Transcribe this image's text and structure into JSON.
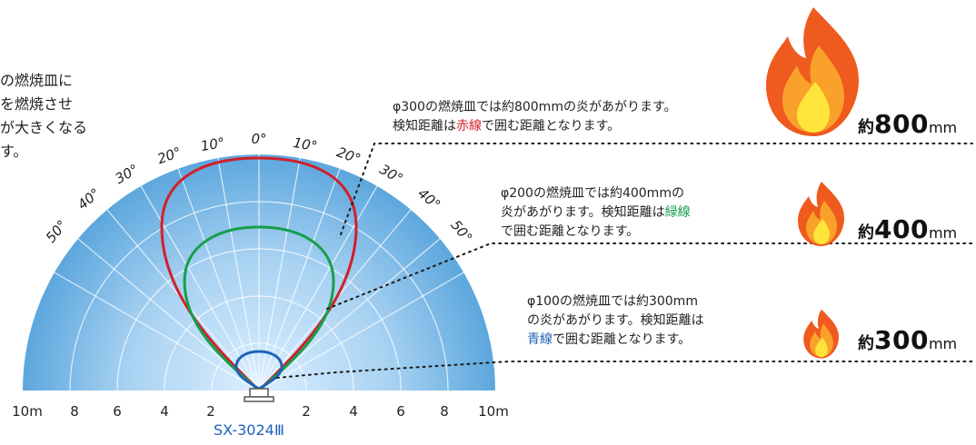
{
  "intro_text": "の燃焼皿に\nを燃焼させ\nが大きくなる\nす。",
  "device_label": "SX-3024Ⅲ",
  "angle_labels": [
    "0°",
    "10°",
    "20°",
    "30°",
    "40°",
    "50°",
    "10°",
    "20°",
    "30°",
    "40°",
    "50°"
  ],
  "distance_labels": [
    "10m",
    "8",
    "6",
    "4",
    "2",
    "2",
    "4",
    "6",
    "8",
    "10m"
  ],
  "notes": [
    {
      "p1": "φ300の燃焼皿では約800mmの炎があがります。",
      "p2a": "検知距離は",
      "hl": "赤線",
      "p2b": "で囲む距離となります。"
    },
    {
      "p1": "φ200の燃焼皿では約400mmの",
      "p2a": "炎があがります。検知距離は",
      "hl": "緑線",
      "p3": "で囲む距離となります。"
    },
    {
      "p1": "φ100の燃焼皿では約300mm",
      "p2a": "の炎があがります。検知距離は",
      "hl": "青線",
      "p3": "で囲む距離となります。"
    }
  ],
  "results": [
    {
      "prefix": "約",
      "number": "800",
      "unit": "mm"
    },
    {
      "prefix": "約",
      "number": "400",
      "unit": "mm"
    },
    {
      "prefix": "約",
      "number": "300",
      "unit": "mm"
    }
  ],
  "icons": [
    "flame-icon-large",
    "flame-icon-medium",
    "flame-icon-small",
    "sensor-icon"
  ],
  "colors": {
    "red": "#d21f2b",
    "green": "#15a04b",
    "blue": "#1e63b8",
    "fan_outer": "#5aa5dc",
    "fan_inner": "#d8ecfa"
  }
}
